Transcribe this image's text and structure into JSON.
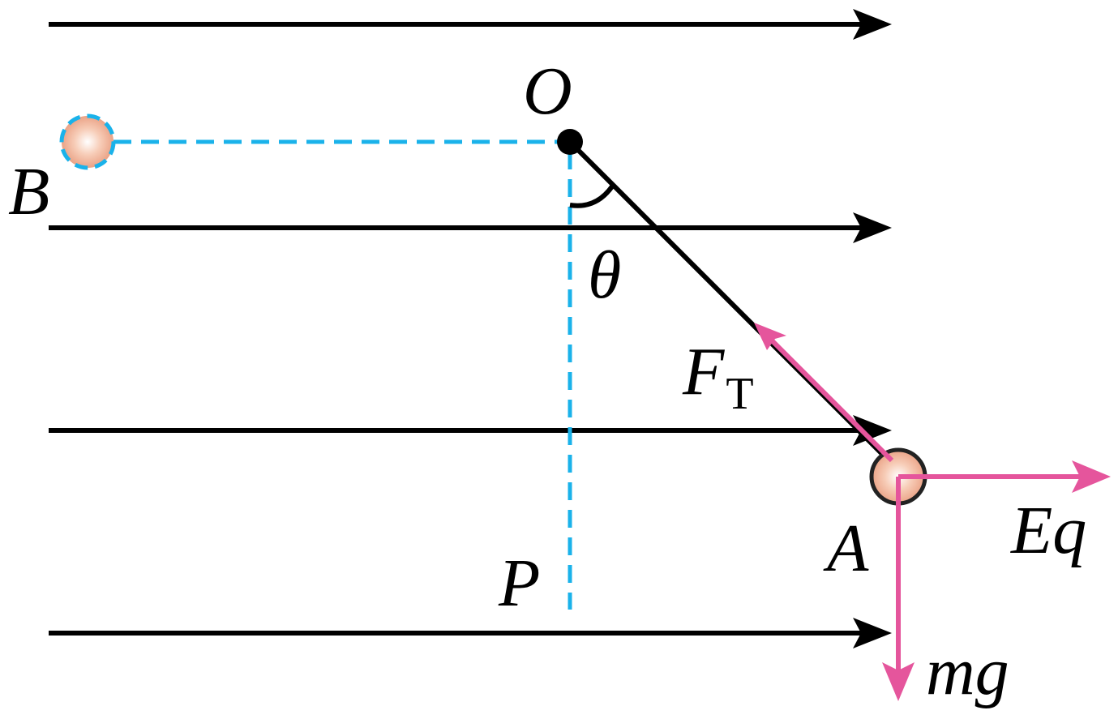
{
  "labels": {
    "O": "O",
    "B": "B",
    "A": "A",
    "P": "P",
    "theta": "θ",
    "tension_main": "F",
    "tension_sub": "T",
    "electric_force": "Eq",
    "gravity": "mg"
  },
  "colors": {
    "field_lines": "#000000",
    "string": "#000000",
    "dashed_reference": "#1ab2ea",
    "force_vectors": "#e5559c",
    "ball_fill": "#f2b49a",
    "ball_outline": "#222222"
  }
}
